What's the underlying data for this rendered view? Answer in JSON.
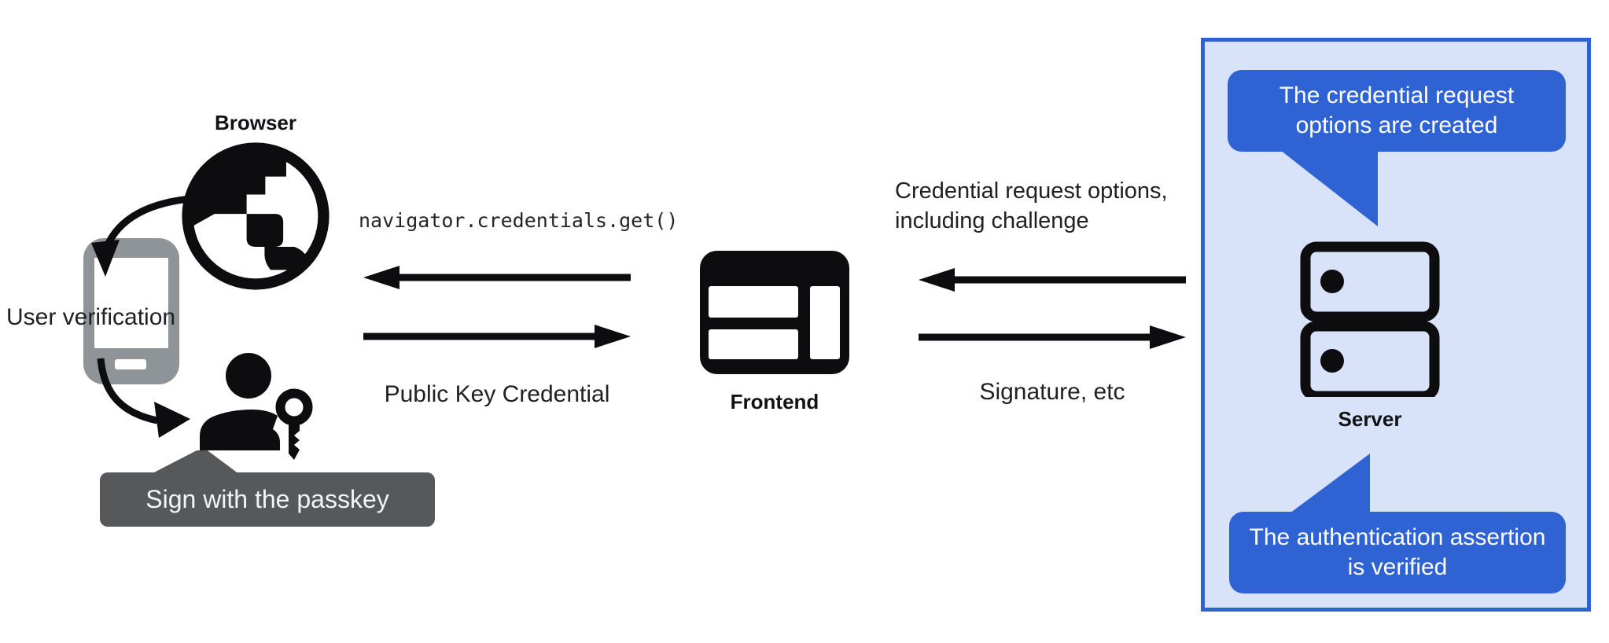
{
  "colors": {
    "accent": "#2f63d4",
    "panel_bg": "#d8e3fa",
    "phone_gray": "#8f9499",
    "tooltip_bg": "#57585a",
    "ink": "#0d0d0f",
    "text": "#202124"
  },
  "browser": {
    "label": "Browser",
    "user_verification": "User verification",
    "tooltip": "Sign with the passkey"
  },
  "frontend": {
    "label": "Frontend",
    "api_call": "navigator.credentials.get()",
    "return_label": "Public Key Credential"
  },
  "server": {
    "label": "Server",
    "request_label": "Credential request options, including challenge",
    "response_label": "Signature, etc",
    "bubble_top": "The credential request options are created",
    "bubble_bottom": "The authentication assertion is verified"
  }
}
